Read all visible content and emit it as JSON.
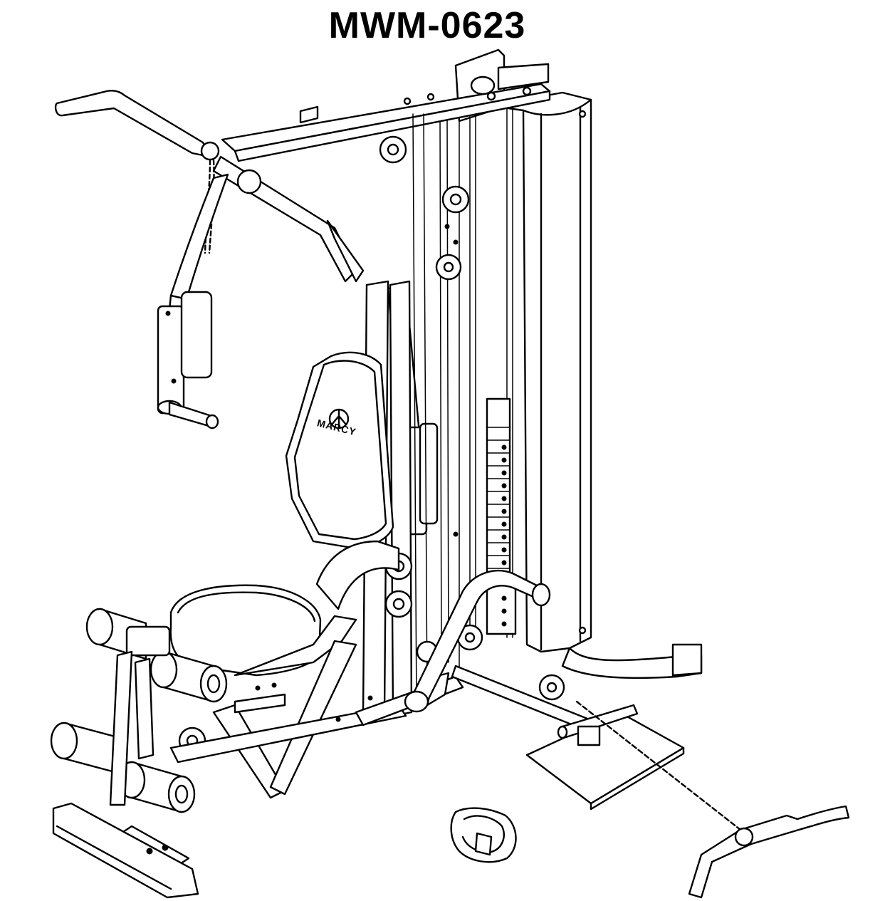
{
  "title": "MWM-0623",
  "brand_logo": "MARCY",
  "diagram_parts": [
    "lat-pulldown-bar",
    "press-arms",
    "weight-stack",
    "back-pad",
    "seat",
    "leg-developer-rollers",
    "low-row-bar",
    "foot-plate",
    "ankle-strap",
    "chains",
    "pulleys"
  ]
}
